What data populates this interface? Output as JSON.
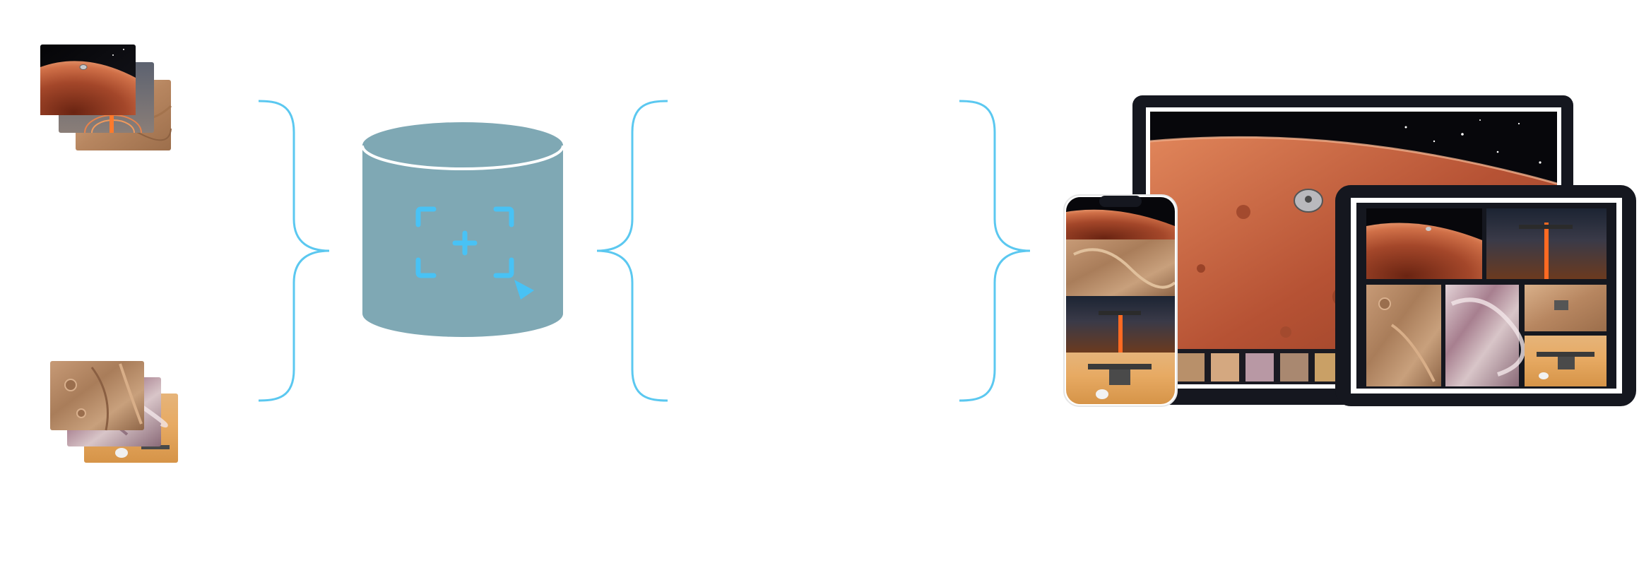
{
  "colors": {
    "background": "#ffffff",
    "bracket": "#5bc8f0",
    "database": "#7fa8b4",
    "database_rim": "#ffffff",
    "focus_icon": "#48c2f5",
    "device_frame": "#15171f",
    "mars_surface": "#b9573a",
    "space": "#07070b"
  },
  "icons": {
    "database": "database-icon",
    "focus": "focus-frame-plus-icon",
    "cursor": "cursor-arrow-icon"
  },
  "groups": {
    "top_source_images": [
      "mars-orbit-image",
      "lander-descent-image",
      "mars-terrain-image"
    ],
    "bottom_source_images": [
      "mars-rock-texture-image",
      "agate-texture-image",
      "insight-lander-image"
    ],
    "devices": [
      "laptop-device",
      "phone-device",
      "tablet-device"
    ]
  }
}
